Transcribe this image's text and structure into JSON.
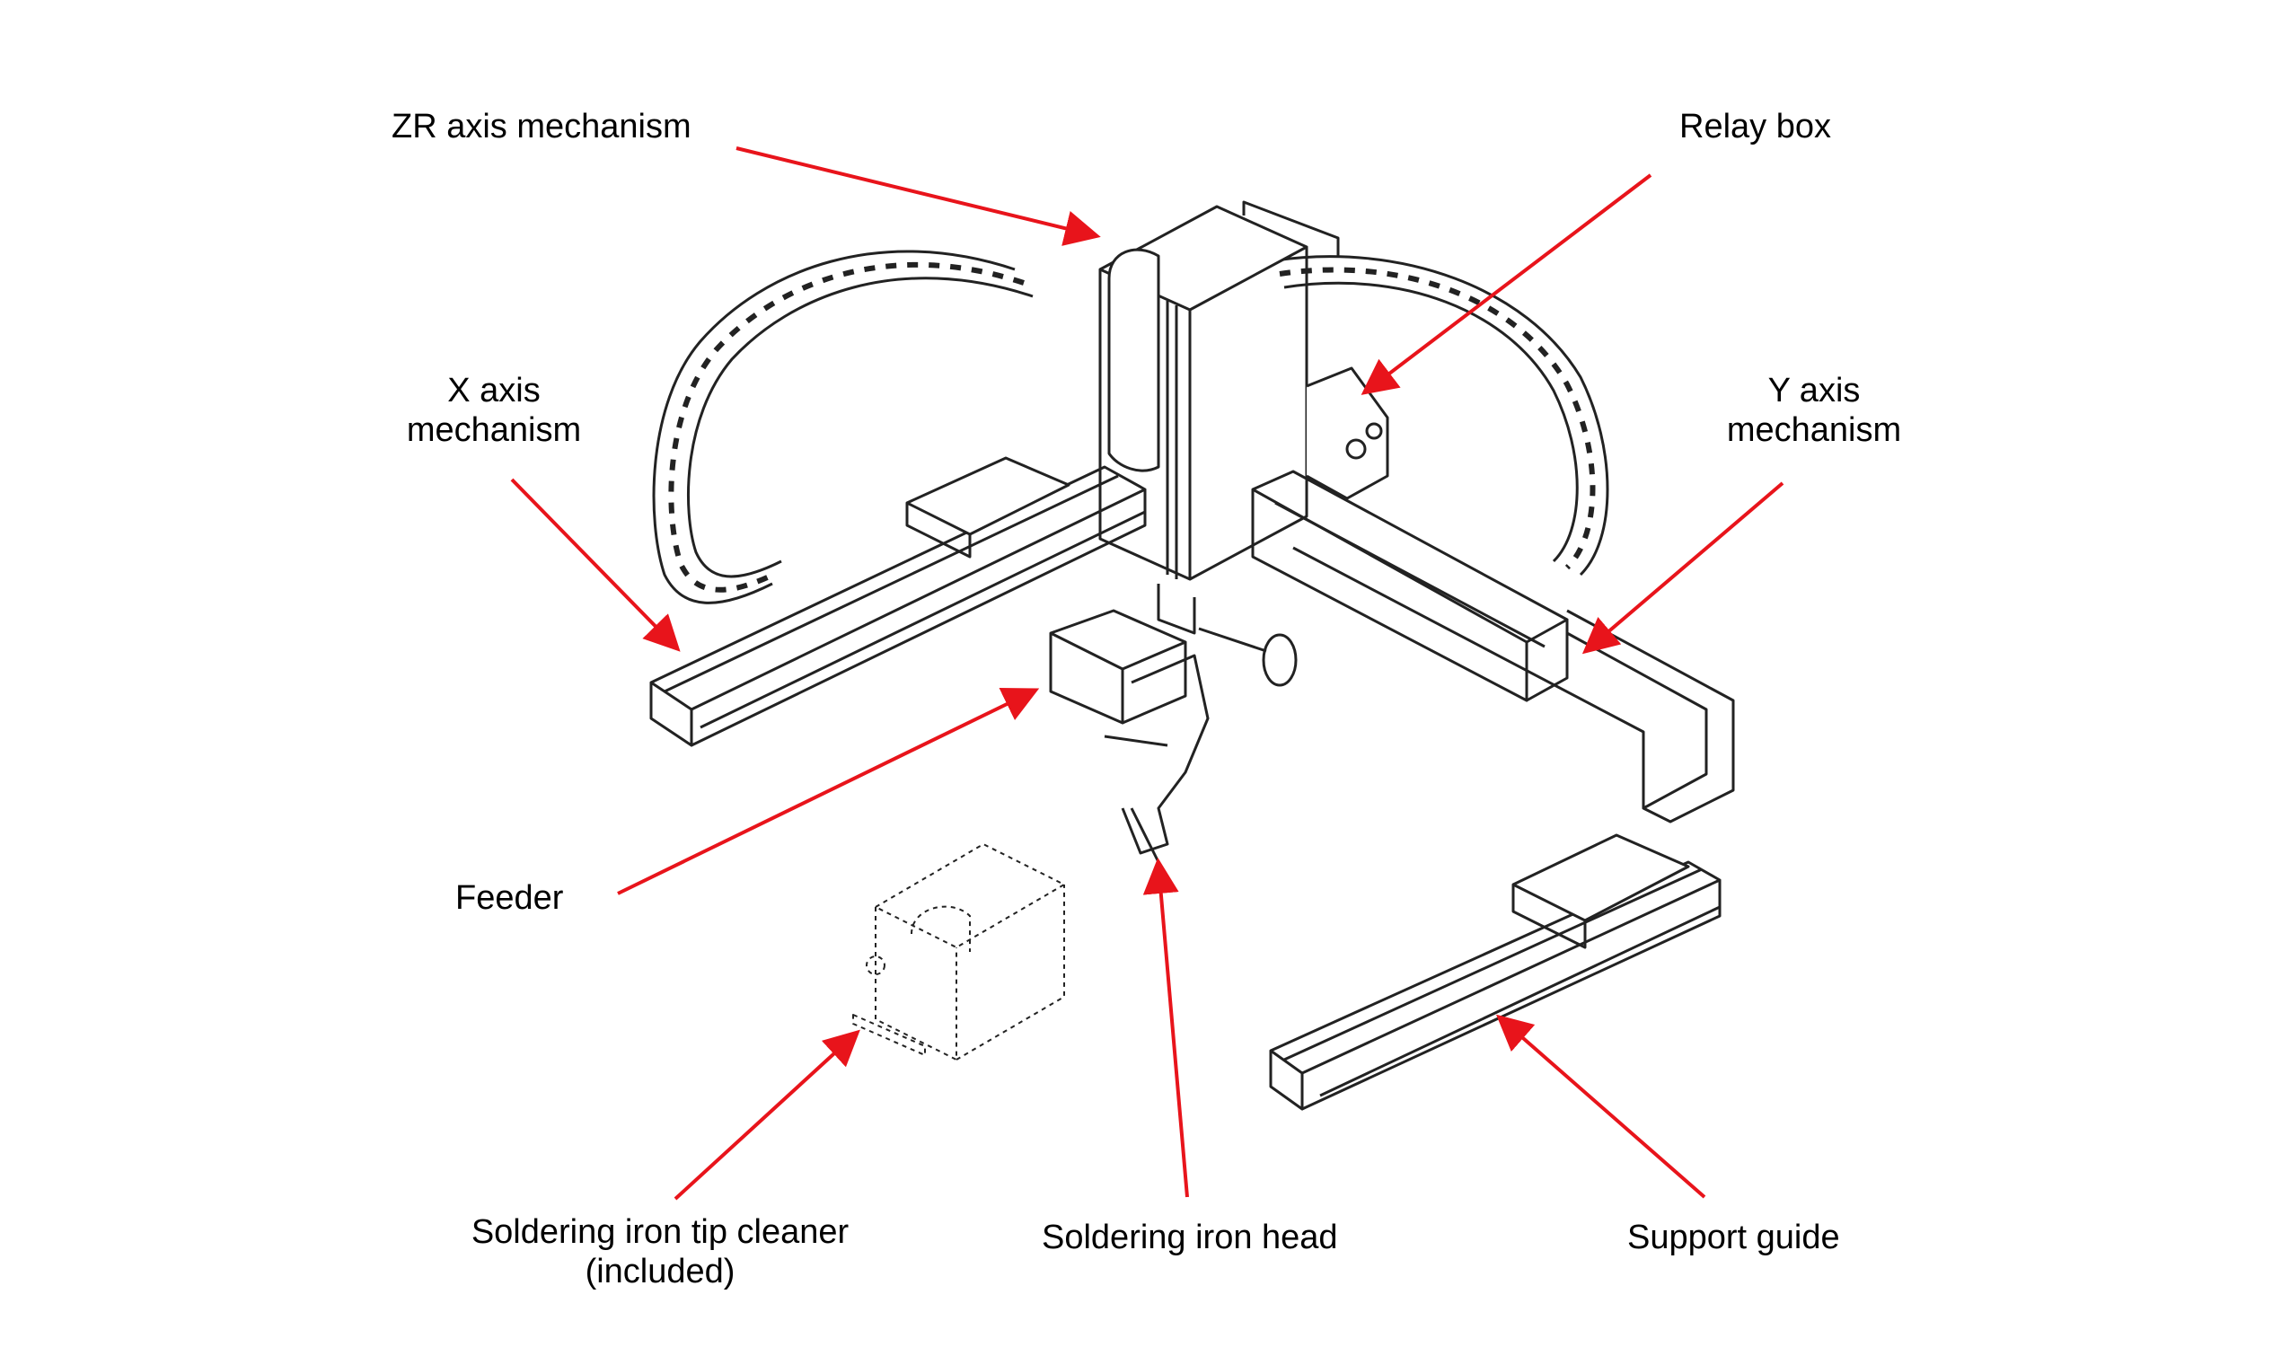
{
  "labels": {
    "zr_axis": "ZR axis mechanism",
    "relay_box": "Relay box",
    "x_axis_line1": "X axis",
    "x_axis_line2": "mechanism",
    "y_axis_line1": "Y axis",
    "y_axis_line2": "mechanism",
    "feeder": "Feeder",
    "tip_cleaner_line1": "Soldering iron tip cleaner",
    "tip_cleaner_line2": "(included)",
    "iron_head": "Soldering iron head",
    "support_guide": "Support guide"
  },
  "colors": {
    "arrow": "#e8141b",
    "line_art": "#222222",
    "text": "#000000",
    "background": "#ffffff"
  }
}
